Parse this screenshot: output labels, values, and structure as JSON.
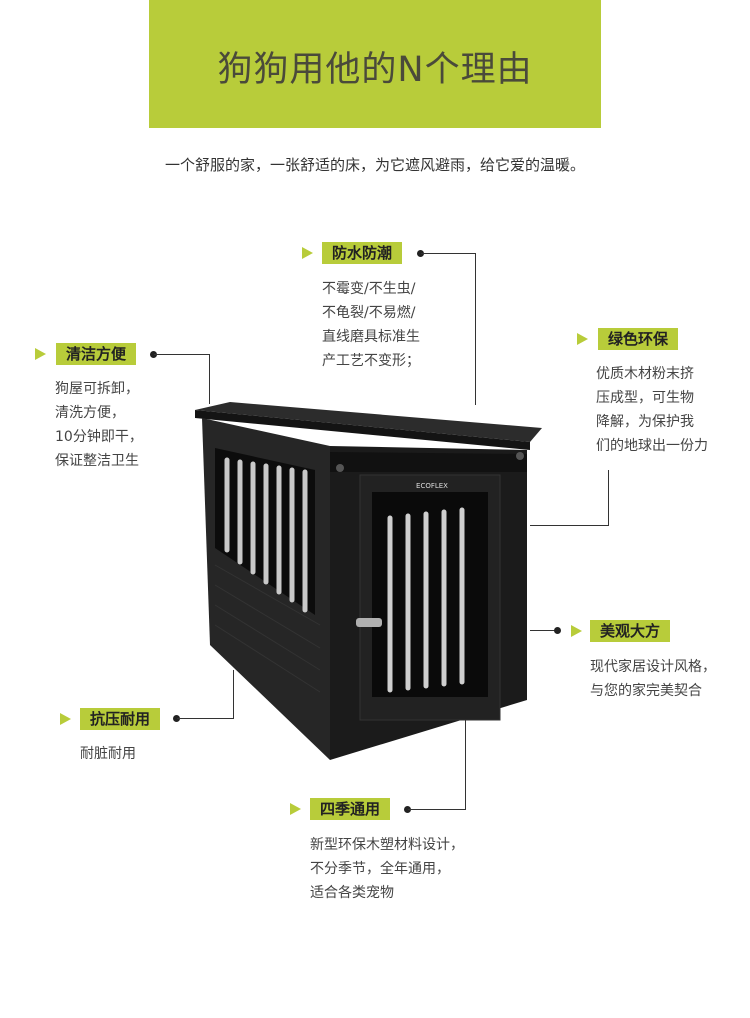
{
  "banner": {
    "title": "狗狗用他的N个理由"
  },
  "subtitle": "一个舒服的家，一张舒适的床，为它遮风避雨，给它爱的温暖。",
  "product": {
    "brand": "ECOFLEX"
  },
  "features": [
    {
      "id": "waterproof",
      "label": "防水防潮",
      "lines": [
        "不霉变/不生虫/",
        "不龟裂/不易燃/",
        "直线磨具标准生",
        "产工艺不变形；"
      ]
    },
    {
      "id": "eco",
      "label": "绿色环保",
      "lines": [
        "优质木材粉末挤",
        "压成型，可生物",
        "降解，为保护我",
        "们的地球出一份力"
      ]
    },
    {
      "id": "clean",
      "label": "清洁方便",
      "lines": [
        "狗屋可拆卸，",
        "清洗方便，",
        "10分钟即干，",
        "保证整洁卫生"
      ]
    },
    {
      "id": "beauty",
      "label": "美观大方",
      "lines": [
        "现代家居设计风格，",
        "与您的家完美契合"
      ]
    },
    {
      "id": "pressure",
      "label": "抗压耐用",
      "lines": [
        "耐脏耐用"
      ]
    },
    {
      "id": "seasons",
      "label": "四季通用",
      "lines": [
        "新型环保木塑材料设计，",
        "不分季节，全年通用，",
        "适合各类宠物"
      ]
    }
  ],
  "colors": {
    "accent": "#b8cc3a",
    "crate": "#1e1e1e",
    "bars": "#c9c9c9"
  }
}
